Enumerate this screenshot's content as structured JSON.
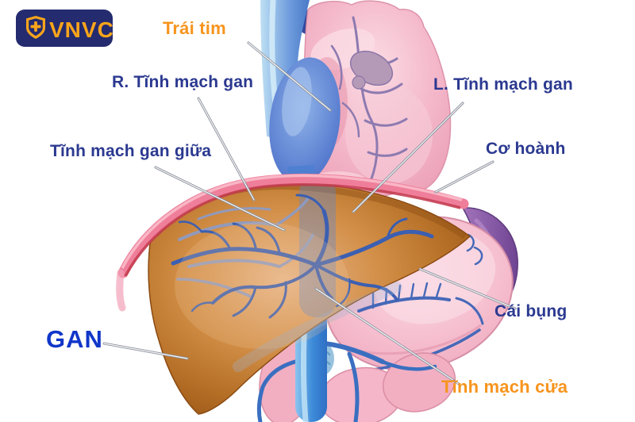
{
  "logo": {
    "text": "VNVC",
    "bg_color": "#242b6e",
    "accent_color": "#f9a51b"
  },
  "annotations": {
    "heart": "Trái tim",
    "right_hepatic_vein": "R. Tĩnh mạch gan",
    "left_hepatic_vein": "L. Tĩnh mạch gan",
    "middle_hepatic_vein": "Tĩnh mạch gan giữa",
    "diaphragm": "Cơ hoành",
    "stomach": "Cái bụng",
    "liver": "GAN",
    "portal_vein": "Tĩnh mạch cửa"
  },
  "colors": {
    "label_navy": "#2b3990",
    "label_orange": "#f7941d",
    "liver_name_blue": "#1136c9",
    "logo_bg": "#242b6e",
    "logo_orange": "#f9a51b",
    "liver_brown": "#b56f26",
    "heart_pink": "#f3b2c5",
    "vein_blue": "#3b5fb2",
    "spleen_purple": "#7c4f99",
    "diaphragm_pink": "#ef7e9a",
    "leader_line_gray": "#8b919c"
  }
}
